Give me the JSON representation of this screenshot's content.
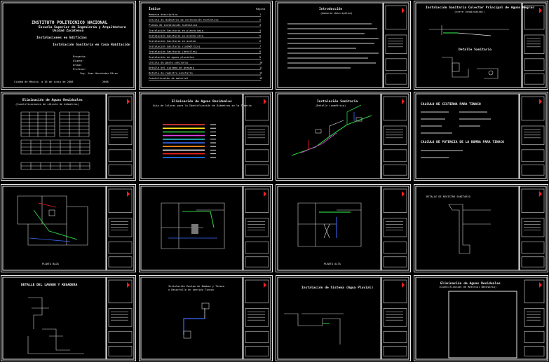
{
  "cover": {
    "institution": "INSTITUTO POLITECNICO NACIONAL",
    "school": "Escuela Superior de Ingeniería y Arquitectura",
    "campus": "Unidad Zacatenco",
    "subject": "Instalaciones en Edificios",
    "project": "Instalación Sanitaria en Casa Habitación",
    "labels": [
      "Proyecto:",
      "Alumno:",
      "Grupo:",
      "Profesor:",
      "Ing. Juan Hernández Pérez"
    ],
    "date_line": "Ciudad de México, a 16 de junio de 2008",
    "seal": "2008"
  },
  "index": {
    "title": "Índice",
    "page_header": "Pagina",
    "items": [
      {
        "label": "Memoria descriptiva",
        "page": "1"
      },
      {
        "label": "Cálculo de diámetros de instalación hidráulica",
        "page": "2"
      },
      {
        "label": "Planos de instalación hidráulica",
        "page": "3"
      },
      {
        "label": "Instalación Sanitaria en planta baja",
        "page": "4"
      },
      {
        "label": "Instalación Sanitaria en planta alta",
        "page": "5"
      },
      {
        "label": "Instalación Sanitaria en azotea",
        "page": "6"
      },
      {
        "label": "Instalación Sanitaria (isométrico)",
        "page": "7"
      },
      {
        "label": "Instalación Sanitaria (detalles)",
        "page": "8"
      },
      {
        "label": "Instalación de aguas pluviales",
        "page": "9"
      },
      {
        "label": "Cálculo de gasto sanitario",
        "page": "10"
      },
      {
        "label": "Detalle del sistema de drenaje",
        "page": "11"
      },
      {
        "label": "Detalle de registro sanitario",
        "page": "12"
      },
      {
        "label": "Cuantificación de material",
        "page": "13"
      }
    ]
  },
  "sheets": {
    "intro": {
      "title": "Introducción",
      "subtitle": "(memoria descriptiva)"
    },
    "s4": {
      "title": "Instalación Sanitaria Colector Principal de Aguas Negras",
      "subtitle": "(corte longitudinal)",
      "caption": "Detalle Sanitario"
    },
    "s5": {
      "title": "Eliminación de Aguas Residuales",
      "subtitle": "(Cuantificaciones de cálculo de diámetros)"
    },
    "s6": {
      "title": "Eliminación de Aguas Residuales",
      "subtitle": "Guía de Colores para la Identificación de Diámetros en la Tubería"
    },
    "s7": {
      "title": "Instalación Sanitaria",
      "subtitle": "(Detalle isométrico)"
    },
    "s8": {
      "title": "CALCULO DE CISTERNA PARA TINACO",
      "subtitle": "CALCULO DE POTENCIA DE LA BOMBA",
      "caption": "CALCULO DE POTENCIA DE LA BOMBA PARA TINACO"
    },
    "s9": {
      "caption": "PLANTA BAJA"
    },
    "s11": {
      "caption": "PLANTA ALTA"
    },
    "s12": {
      "title": "DETALLE DE REGISTRO SANITARIO"
    },
    "s13": {
      "title": "DETALLE DEL LAVABO Y REGADERA"
    },
    "s14": {
      "title": "Instalación Equipo de Bombeo y Tinaco",
      "subtitle": "y Desarrollo en sentido Tinaco"
    },
    "s15": {
      "title": "Instalación de Sistema (Agua Pluvial)"
    },
    "s16": {
      "title": "Eliminación de Aguas Residuales",
      "subtitle": "(Cuantificación de Material Necesario)"
    }
  },
  "colors": {
    "line": "#e8e8e8",
    "green": "#2ecc40",
    "red": "#ff2020",
    "blue": "#3a6bff",
    "yellow": "#ffe81a",
    "cyan": "#2ad6e0",
    "magenta": "#e040e0"
  },
  "color_guide_colors": [
    "#ff4040",
    "#ffe81a",
    "#2ecc40",
    "#e040e0",
    "#2ad6e0",
    "#3a6bff",
    "#ff8c1a",
    "#e8e8e8",
    "#ff2020",
    "#1e7bff"
  ]
}
